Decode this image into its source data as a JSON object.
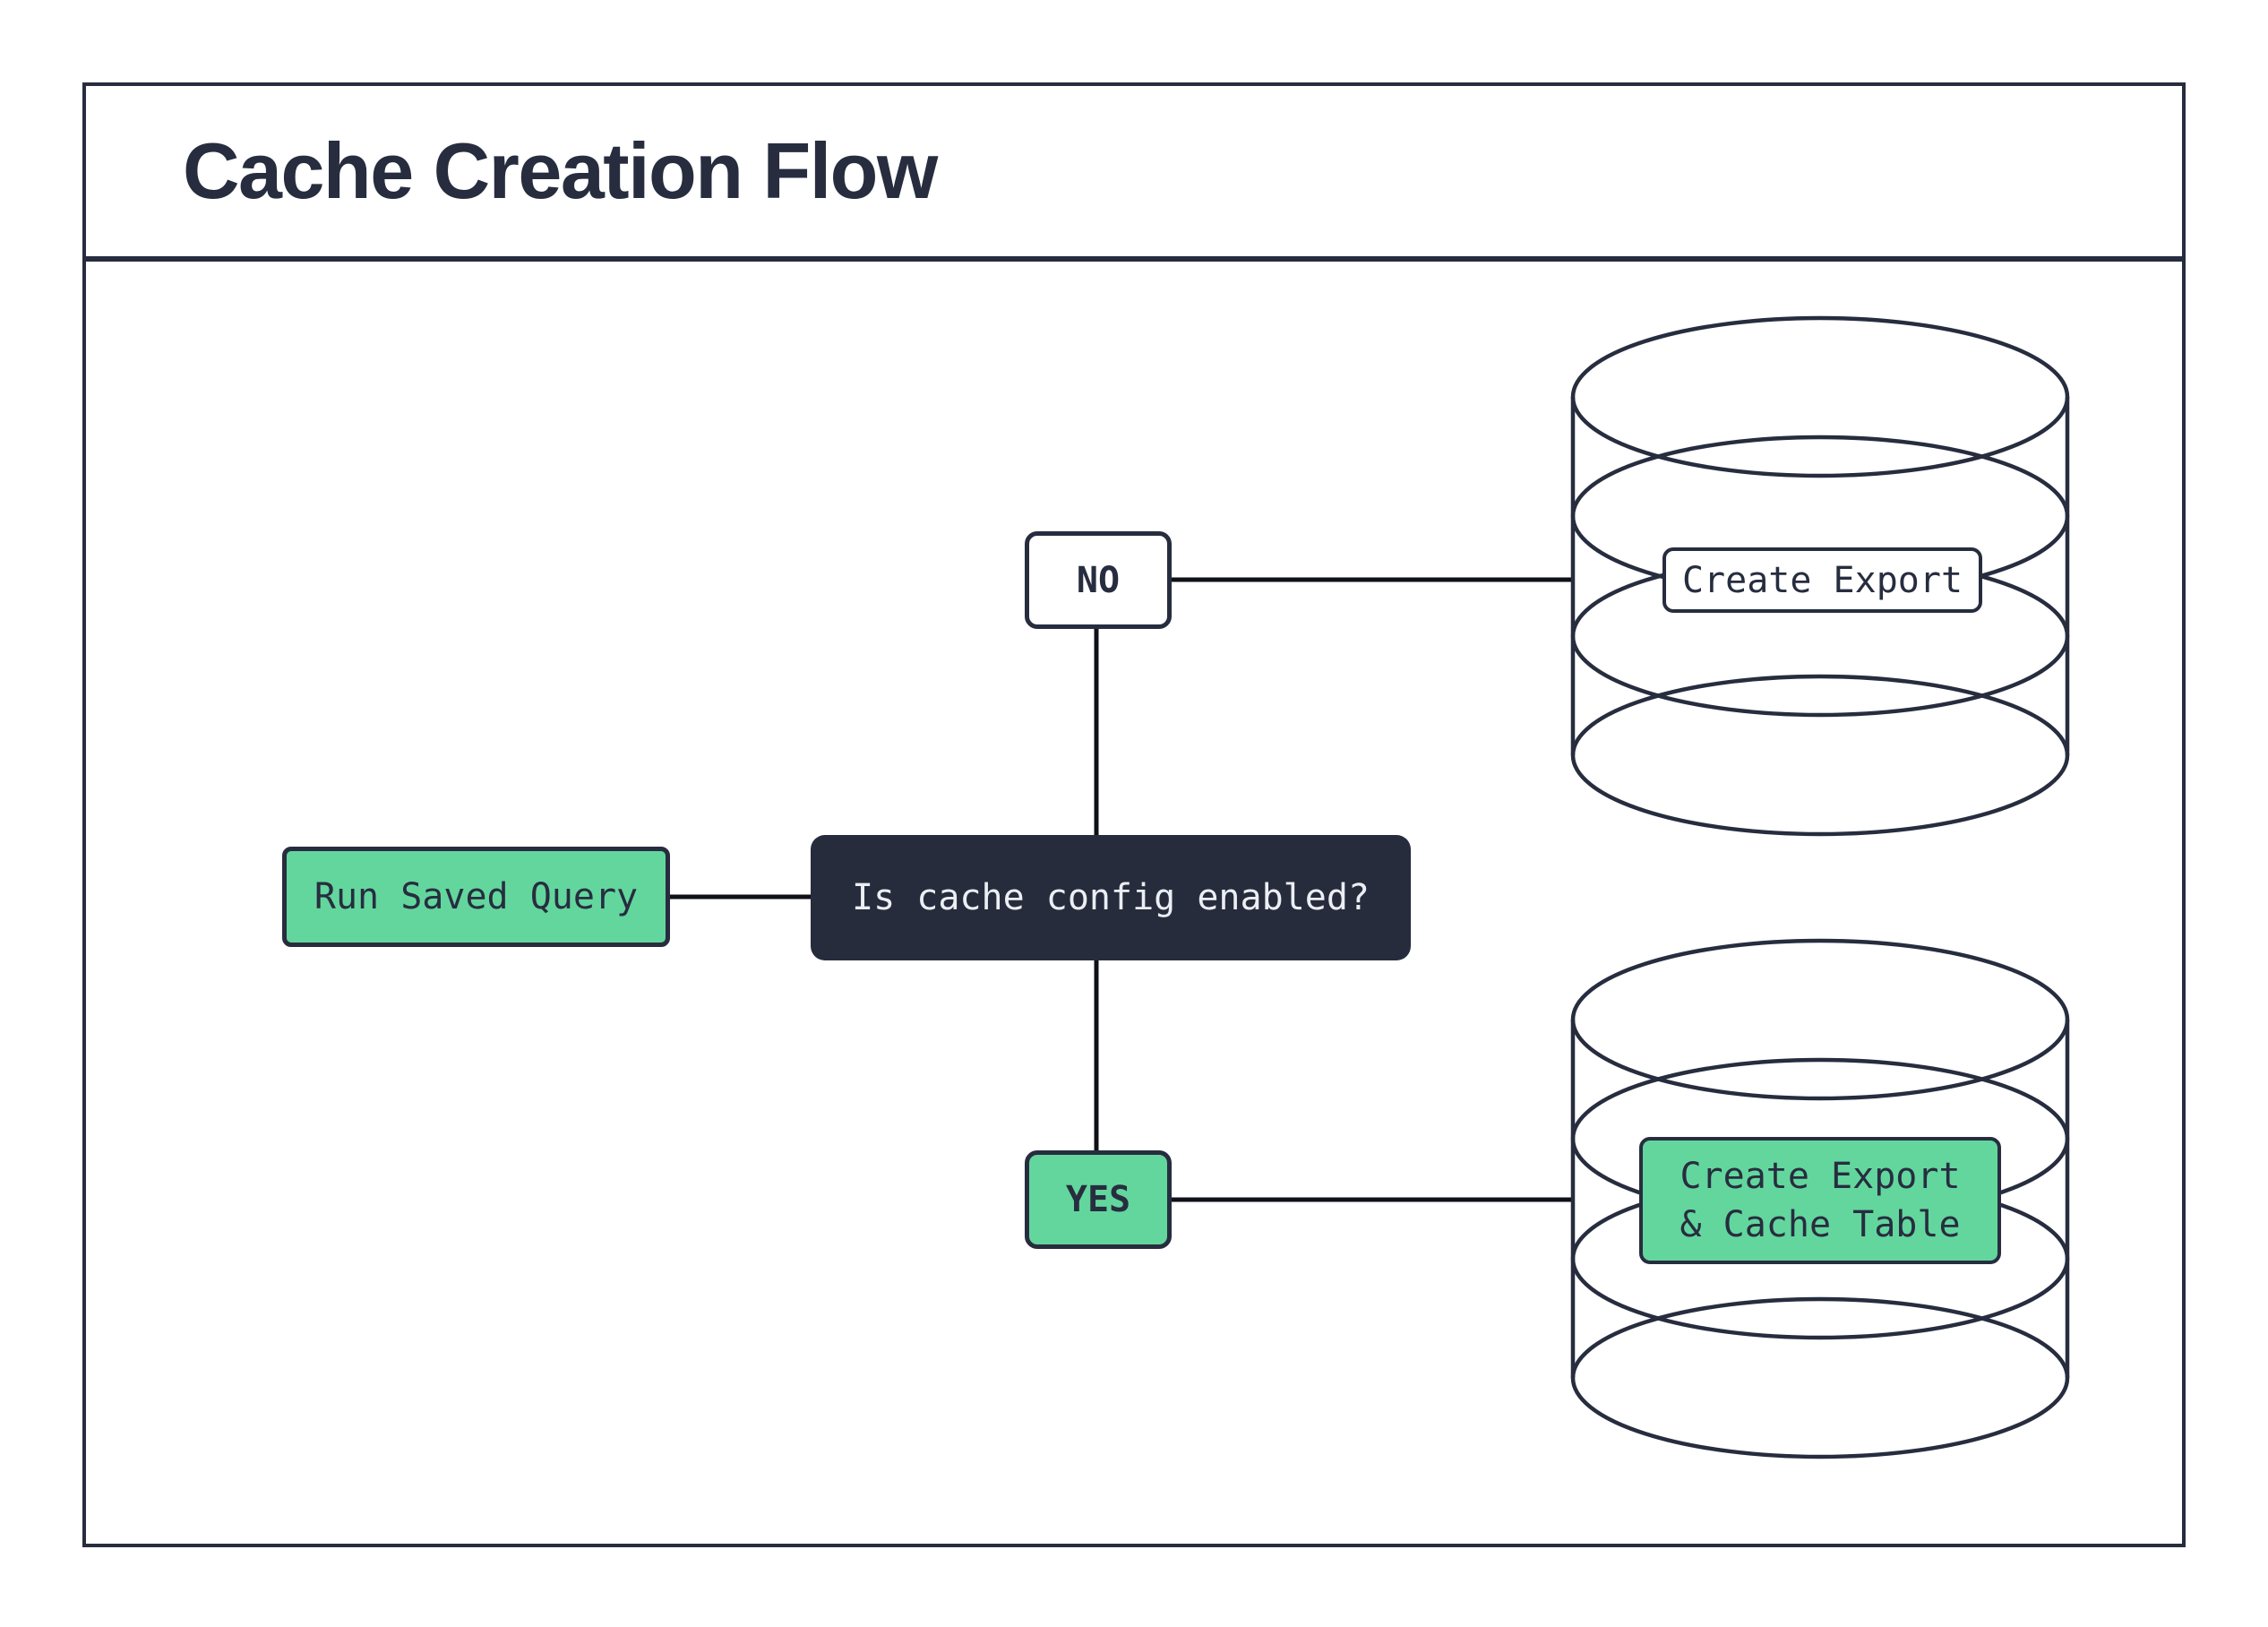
{
  "title": "Cache Creation Flow",
  "flow": {
    "start": {
      "label": "Run Saved Query"
    },
    "decision": {
      "label": "Is cache config enabled?"
    },
    "no_branch": {
      "label": "NO",
      "action": {
        "label": "Create Export"
      }
    },
    "yes_branch": {
      "label": "YES",
      "action": {
        "line1": "Create Export",
        "line2": "& Cache Table"
      }
    }
  },
  "colors": {
    "outline": "#272d3f",
    "green": "#63d69d",
    "decision-fill": "#272c3d",
    "decision-text": "#ebeef3",
    "connector": "#0f1118",
    "background": "#ffffff"
  }
}
